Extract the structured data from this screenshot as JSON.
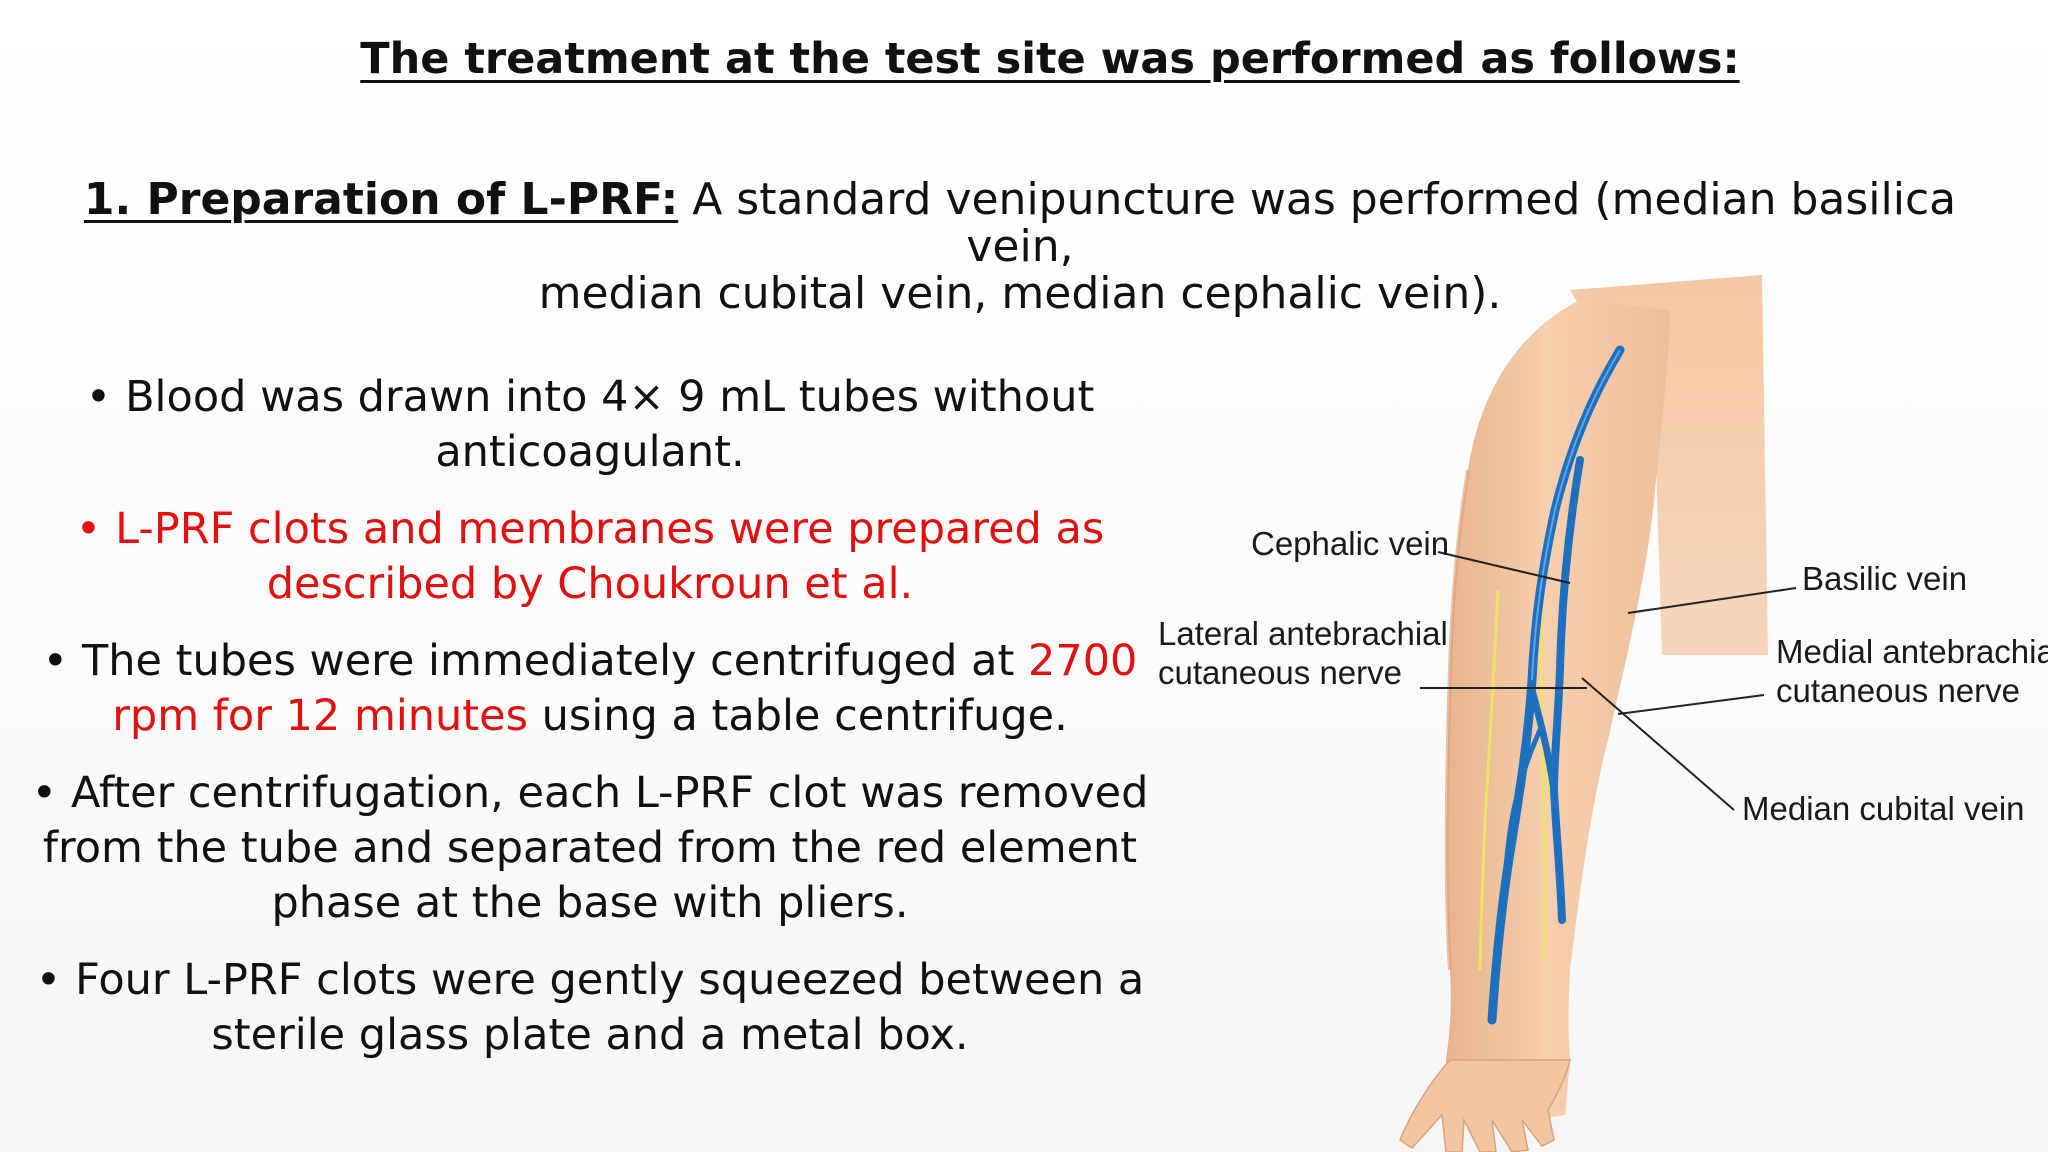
{
  "slide": {
    "title": "The treatment at the test site was performed as follows:",
    "intro": {
      "lead": "1. Preparation of L-PRF:",
      "text_line1": " A standard venipuncture was performed (median basilica vein,",
      "text_line2": "median cubital vein, median cephalic vein)."
    },
    "bullets": [
      {
        "bullet": "•",
        "line1": "Blood was drawn into 4× 9 mL tubes without",
        "line2": "anticoagulant."
      },
      {
        "bullet": "•",
        "line1": "L-PRF clots and membranes were prepared as",
        "line2": "described by Choukroun et al."
      },
      {
        "bullet": "•",
        "part1": "The tubes were immediately centrifuged at ",
        "highlight": "2700",
        "highlight2": "rpm for 12 minutes",
        "part2": " using a table centrifuge."
      },
      {
        "bullet": "•",
        "line1": "After centrifugation, each L-PRF clot was removed",
        "line2": "from the tube and separated from the red element",
        "line3": "phase at the base with pliers."
      },
      {
        "bullet": "•",
        "line1": "Four L-PRF clots were gently squeezed between a",
        "line2": "sterile glass plate and a metal box."
      }
    ],
    "figure": {
      "labels": {
        "cephalic_vein": "Cephalic vein",
        "basilic_vein": "Basilic vein",
        "lateral_nerve_line1": "Lateral antebrachial",
        "lateral_nerve_line2": "cutaneous nerve",
        "medial_nerve_line1": "Medial antebrachial",
        "medial_nerve_line2": "cutaneous nerve",
        "median_cubital_vein": "Median cubital vein"
      },
      "colors": {
        "skin": "#f3c7a3",
        "skin_shadow": "#e4ad86",
        "vein": "#1f6fbf",
        "nerve": "#efe26a",
        "highlight_text": "#e31010"
      }
    }
  }
}
